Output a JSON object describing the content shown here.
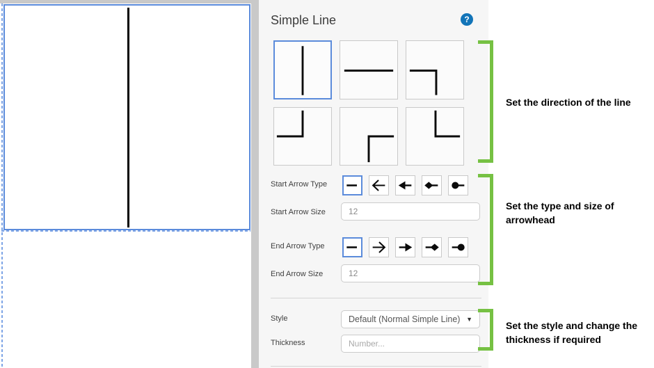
{
  "canvas": {
    "element": "simple-line",
    "line_orientation": "vertical",
    "selection_color": "#5b8bdb"
  },
  "panel": {
    "title": "Simple Line",
    "help_glyph": "?",
    "direction": {
      "options": [
        {
          "id": "vertical",
          "selected": true
        },
        {
          "id": "horizontal",
          "selected": false
        },
        {
          "id": "corner-right-then-down",
          "selected": false
        },
        {
          "id": "corner-down-then-left",
          "selected": false
        },
        {
          "id": "corner-right-then-down-low",
          "selected": false
        },
        {
          "id": "corner-down-then-right",
          "selected": false
        }
      ]
    },
    "start_arrow": {
      "type_label": "Start Arrow Type",
      "size_label": "Start Arrow Size",
      "size_value": "12",
      "options": [
        {
          "id": "none",
          "selected": true
        },
        {
          "id": "open",
          "selected": false
        },
        {
          "id": "triangle",
          "selected": false
        },
        {
          "id": "diamond",
          "selected": false
        },
        {
          "id": "circle",
          "selected": false
        }
      ]
    },
    "end_arrow": {
      "type_label": "End Arrow Type",
      "size_label": "End Arrow Size",
      "size_value": "12",
      "options": [
        {
          "id": "none",
          "selected": true
        },
        {
          "id": "open",
          "selected": false
        },
        {
          "id": "triangle",
          "selected": false
        },
        {
          "id": "diamond",
          "selected": false
        },
        {
          "id": "circle",
          "selected": false
        }
      ]
    },
    "style": {
      "label": "Style",
      "value": "Default (Normal Simple Line)",
      "caret": "▼"
    },
    "thickness": {
      "label": "Thickness",
      "placeholder": "Number..."
    }
  },
  "annotations": [
    {
      "text": "Set the direction of the line"
    },
    {
      "text": "Set the type and size of arrowhead"
    },
    {
      "text": "Set the style and change the thickness if required"
    }
  ],
  "colors": {
    "accent_blue": "#5b8bdb",
    "annotation_green": "#76c143",
    "help_blue": "#1274b8",
    "canvas_gray": "#c9c9c9",
    "panel_bg": "#f6f6f6"
  }
}
